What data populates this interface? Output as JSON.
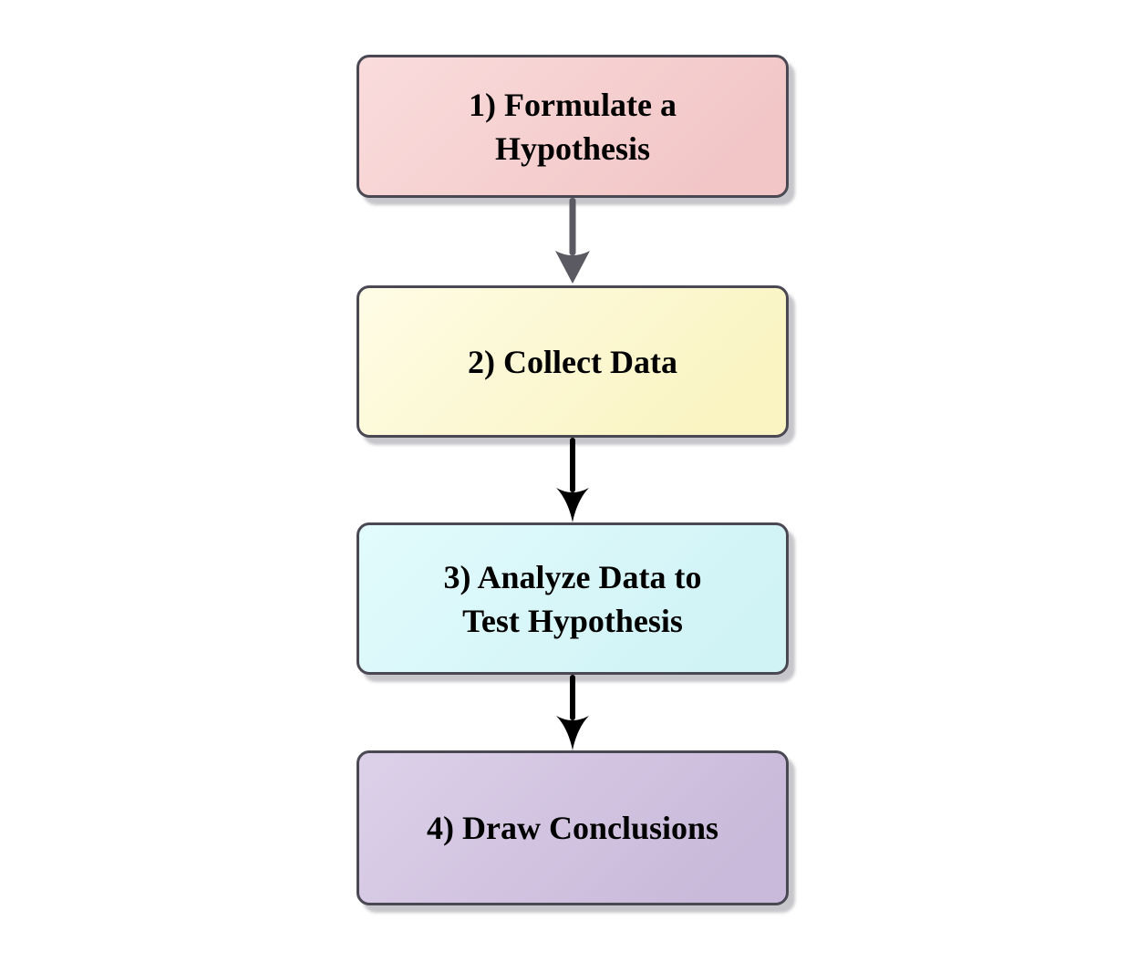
{
  "page": {
    "background_color": "#ffffff"
  },
  "diagram": {
    "type": "flowchart",
    "direction": "top-down",
    "node_border_color": "#4a4853",
    "node_text_color": "#000000",
    "shadow_color": "rgba(130,130,140,0.45)",
    "steps": [
      {
        "order": 1,
        "label": "1) Formulate a Hypothesis",
        "lines": [
          "1) Formulate a",
          "Hypothesis"
        ],
        "fill_light": "#fadcdc",
        "fill_dark": "#f2c6c7"
      },
      {
        "order": 2,
        "label": "2) Collect Data",
        "lines": [
          "2) Collect Data"
        ],
        "fill_light": "#fefce6",
        "fill_dark": "#faf4c2"
      },
      {
        "order": 3,
        "label": "3) Analyze Data to Test Hypothesis",
        "lines": [
          "3) Analyze Data to",
          "Test Hypothesis"
        ],
        "fill_light": "#e2fbfc",
        "fill_dark": "#d0f3f6"
      },
      {
        "order": 4,
        "label": "4) Draw Conclusions",
        "lines": [
          "4) Draw Conclusions"
        ],
        "fill_light": "#ddd1e9",
        "fill_dark": "#c9b9da"
      }
    ],
    "arrows": [
      {
        "from_step": 1,
        "to_step": 2,
        "color": "#5b5961",
        "head_style": "triangle"
      },
      {
        "from_step": 2,
        "to_step": 3,
        "color": "#000000",
        "head_style": "stealth"
      },
      {
        "from_step": 3,
        "to_step": 4,
        "color": "#000000",
        "head_style": "stealth"
      }
    ]
  }
}
